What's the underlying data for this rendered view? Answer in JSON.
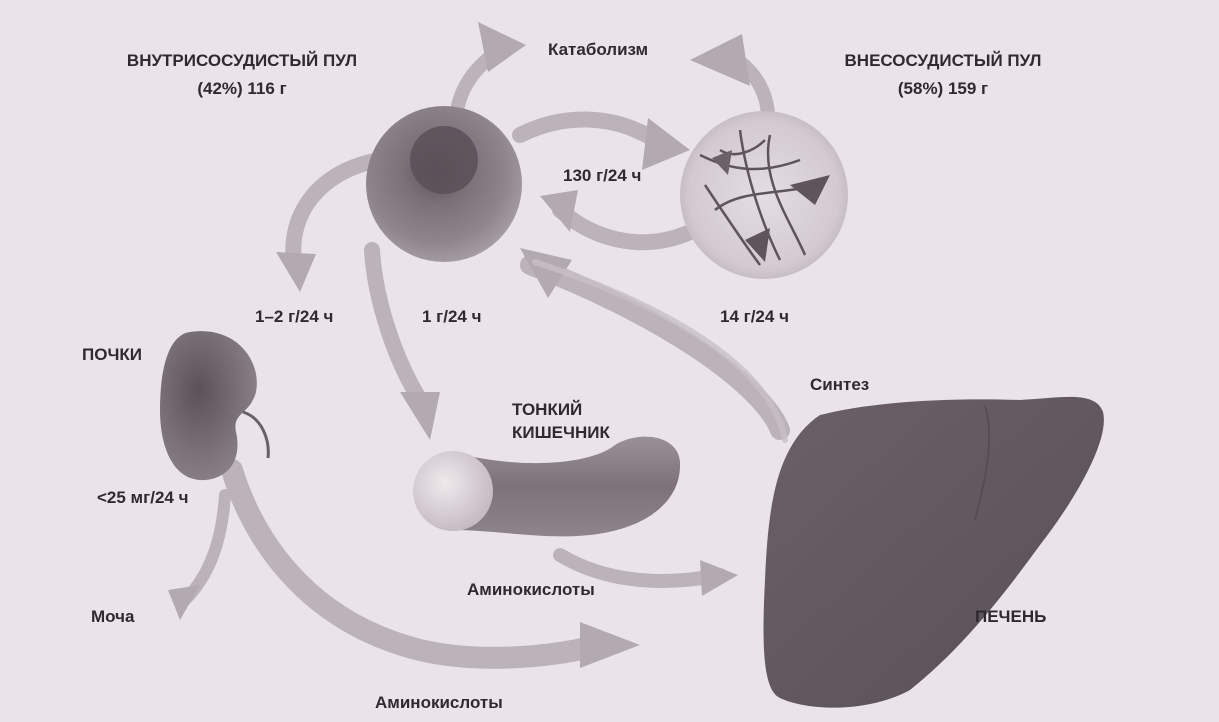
{
  "intravascular_pool": {
    "title": "ВНУТРИСОСУДИСТЫЙ ПУЛ",
    "value": "(42%) 116 г"
  },
  "extravascular_pool": {
    "title": "ВНЕСОСУДИСТЫЙ ПУЛ",
    "value": "(58%) 159 г"
  },
  "catabolism": "Катаболизм",
  "exchange_rate": "130 г/24 ч",
  "kidney_rate": "1–2 г/24 ч",
  "intestine_rate": "1 г/24 ч",
  "extravascular_rate": "14 г/24 ч",
  "kidneys": "ПОЧКИ",
  "urine_rate": "<25 мг/24 ч",
  "urine": "Моча",
  "small_intestine": [
    "ТОНКИЙ",
    "КИШЕЧНИК"
  ],
  "amino_acids_intestine": "Аминокислоты",
  "amino_acids_kidney": "Аминокислоты",
  "synthesis": "Синтез",
  "liver": "ПЕЧЕНЬ",
  "colors": {
    "background": "#e9e3e6",
    "organ": "#6f646c",
    "arrow": "#b9b1b6",
    "text": "#2e2a2e"
  }
}
